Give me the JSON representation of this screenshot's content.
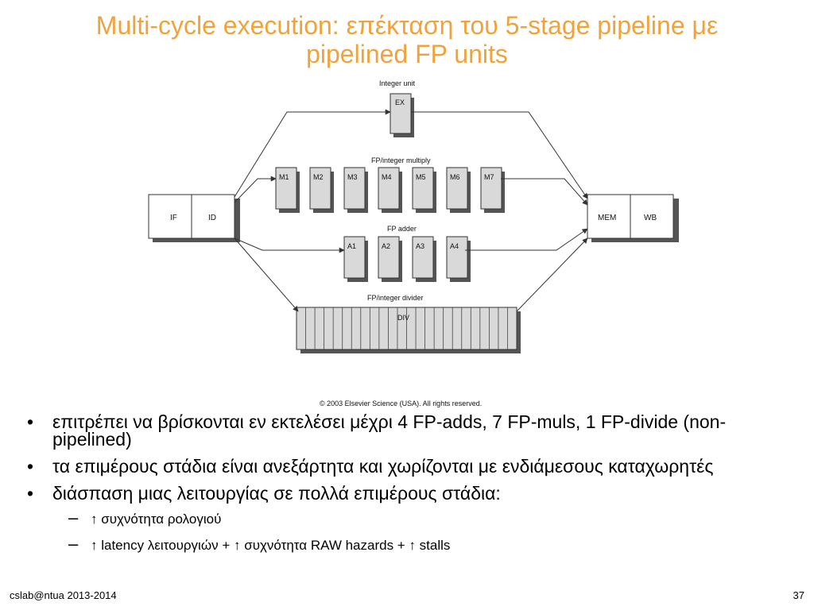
{
  "slide": {
    "title_line1": "Multi-cycle execution: επέκταση του 5-stage pipeline με",
    "title_line2": "pipelined FP units"
  },
  "diagram": {
    "integer_unit_label": "Integer unit",
    "ex_label": "EX",
    "multiply_label": "FP/integer multiply",
    "multiply_stages": [
      "M1",
      "M2",
      "M3",
      "M4",
      "M5",
      "M6",
      "M7"
    ],
    "adder_label": "FP adder",
    "adder_stages": [
      "A1",
      "A2",
      "A3",
      "A4"
    ],
    "divider_label": "FP/integer divider",
    "div_label": "DIV",
    "if_label": "IF",
    "id_label": "ID",
    "mem_label": "MEM",
    "wb_label": "WB",
    "copyright": "© 2003 Elsevier Science (USA). All rights reserved."
  },
  "bullets": [
    "επιτρέπει να βρίσκονται εν εκτελέσει μέχρι 4 FP-adds, 7 FP-muls, 1 FP-divide (non-pipelined)",
    "τα επιμέρους στάδια είναι ανεξάρτητα και χωρίζονται με ενδιάμεσους καταχωρητές",
    "διάσπαση μιας λειτουργίας σε πολλά επιμέρους στάδια:"
  ],
  "bullet_symbol": "•",
  "dash_symbol": "–",
  "sub_bullets": [
    "↑ συχνότητα ρολογιού",
    "↑ latency λειτουργιών + ↑ συχνότητα RAW hazards + ↑ stalls"
  ],
  "footer": {
    "left": "cslab@ntua 2013-2014",
    "right": "37"
  },
  "colors": {
    "title": "#f0a33c",
    "box_fill": "#d9d9d9",
    "box_shadow": "#555555",
    "arrow": "#333333"
  }
}
